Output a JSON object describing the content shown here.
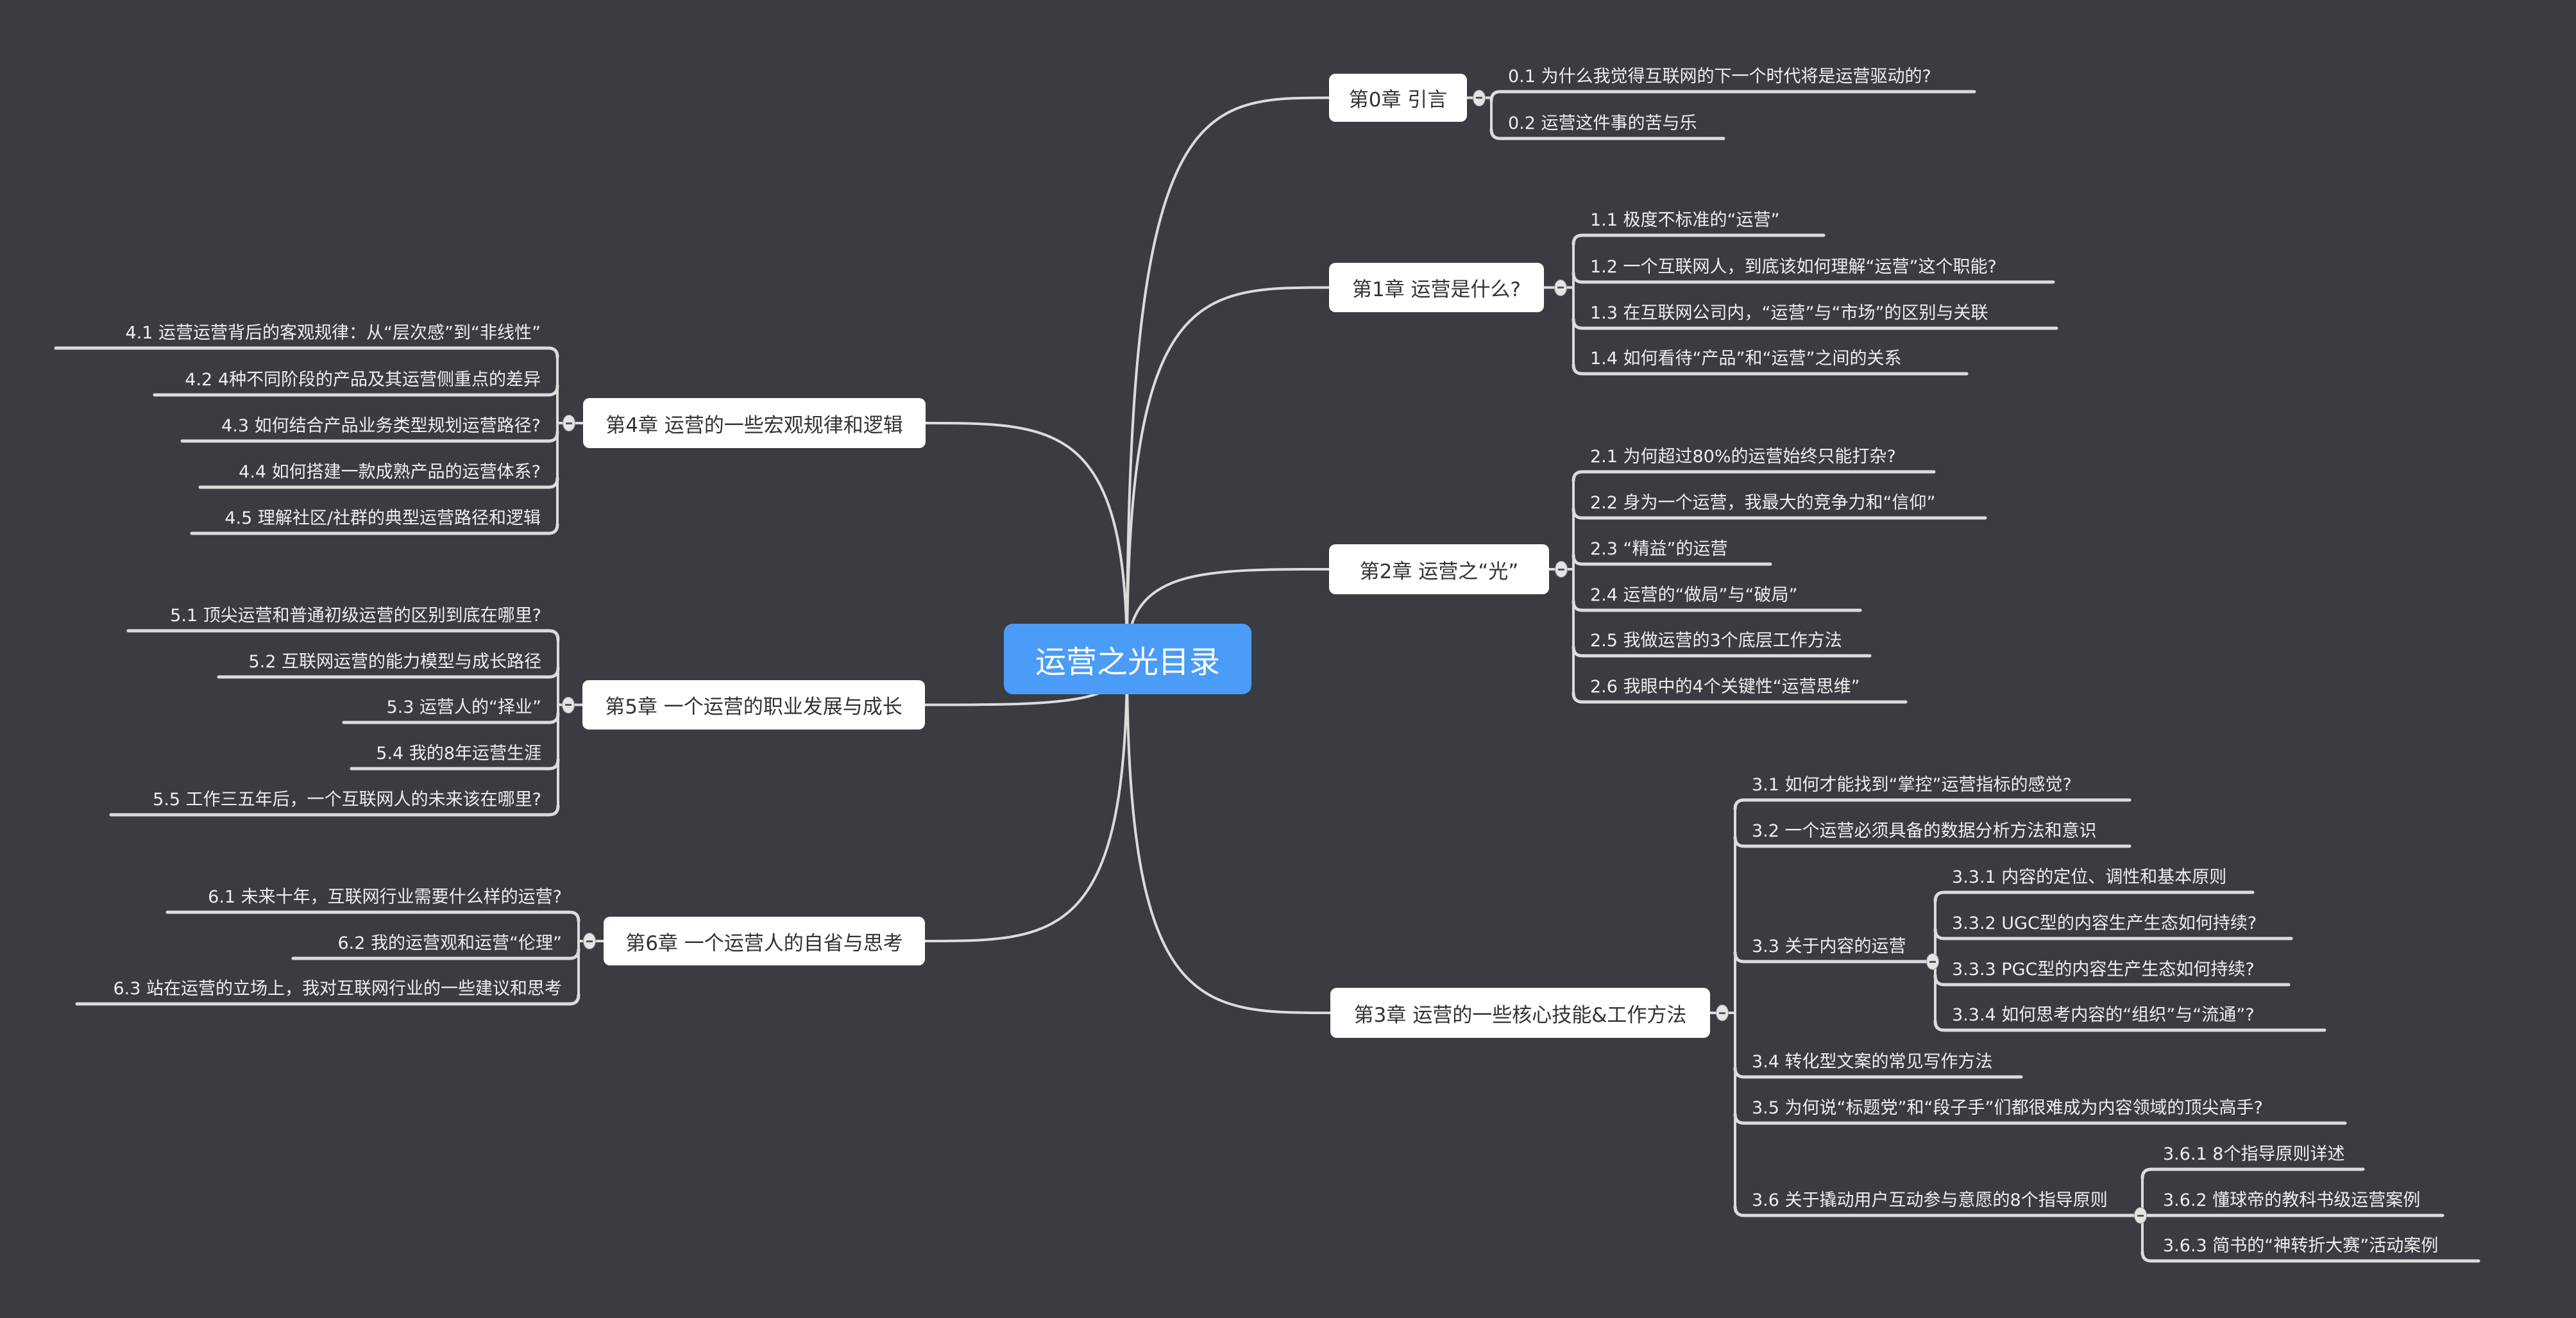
{
  "title": "运营之光目录",
  "colors": {
    "background": "#3a3c41",
    "root": "#4a9cf6",
    "line": "#dcdcdc",
    "chapter_bg": "#ffffff"
  },
  "chapters": [
    {
      "label": "第0章 引言",
      "items": [
        {
          "label": "0.1 为什么我觉得互联网的下一个时代将是运营驱动的?"
        },
        {
          "label": "0.2 运营这件事的苦与乐"
        }
      ]
    },
    {
      "label": "第1章 运营是什么?",
      "items": [
        {
          "label": "1.1 极度不标准的“运营”"
        },
        {
          "label": "1.2 一个互联网人，到底该如何理解“运营”这个职能?"
        },
        {
          "label": "1.3 在互联网公司内，“运营”与“市场”的区别与关联"
        },
        {
          "label": "1.4 如何看待“产品”和“运营”之间的关系"
        }
      ]
    },
    {
      "label": "第2章 运营之“光”",
      "items": [
        {
          "label": "2.1 为何超过80%的运营始终只能打杂?"
        },
        {
          "label": "2.2 身为一个运营，我最大的竞争力和“信仰”"
        },
        {
          "label": "2.3 “精益”的运营"
        },
        {
          "label": "2.4 运营的“做局”与“破局”"
        },
        {
          "label": "2.5 我做运营的3个底层工作方法"
        },
        {
          "label": "2.6 我眼中的4个关键性“运营思维”"
        }
      ]
    },
    {
      "label": "第3章 运营的一些核心技能&工作方法",
      "items": [
        {
          "label": "3.1 如何才能找到“掌控”运营指标的感觉?"
        },
        {
          "label": "3.2 一个运营必须具备的数据分析方法和意识"
        },
        {
          "label": "3.3 关于内容的运营",
          "children": [
            {
              "label": "3.3.1 内容的定位、调性和基本原则"
            },
            {
              "label": "3.3.2 UGC型的内容生产生态如何持续?"
            },
            {
              "label": "3.3.3 PGC型的内容生产生态如何持续?"
            },
            {
              "label": "3.3.4 如何思考内容的“组织”与“流通”?"
            }
          ]
        },
        {
          "label": "3.4 转化型文案的常见写作方法"
        },
        {
          "label": "3.5 为何说“标题党”和“段子手”们都很难成为内容领域的顶尖高手?"
        },
        {
          "label": "3.6 关于撬动用户互动参与意愿的8个指导原则",
          "children": [
            {
              "label": "3.6.1 8个指导原则详述"
            },
            {
              "label": "3.6.2 懂球帝的教科书级运营案例"
            },
            {
              "label": "3.6.3 简书的“神转折大赛”活动案例"
            }
          ]
        }
      ]
    },
    {
      "label": "第4章 运营的一些宏观规律和逻辑",
      "items": [
        {
          "label": "4.1 运营运营背后的客观规律：从“层次感”到“非线性”"
        },
        {
          "label": "4.2 4种不同阶段的产品及其运营侧重点的差异"
        },
        {
          "label": "4.3 如何结合产品业务类型规划运营路径?"
        },
        {
          "label": "4.4 如何搭建一款成熟产品的运营体系?"
        },
        {
          "label": "4.5 理解社区/社群的典型运营路径和逻辑"
        }
      ]
    },
    {
      "label": "第5章 一个运营的职业发展与成长",
      "items": [
        {
          "label": "5.1 顶尖运营和普通初级运营的区别到底在哪里?"
        },
        {
          "label": "5.2 互联网运营的能力模型与成长路径"
        },
        {
          "label": "5.3 运营人的“择业”"
        },
        {
          "label": "5.4 我的8年运营生涯"
        },
        {
          "label": "5.5 工作三五年后，一个互联网人的未来该在哪里?"
        }
      ]
    },
    {
      "label": "第6章 一个运营人的自省与思考",
      "items": [
        {
          "label": "6.1 未来十年，互联网行业需要什么样的运营?"
        },
        {
          "label": "6.2 我的运营观和运营“伦理”"
        },
        {
          "label": "6.3 站在运营的立场上，我对互联网行业的一些建议和思考"
        }
      ]
    }
  ]
}
